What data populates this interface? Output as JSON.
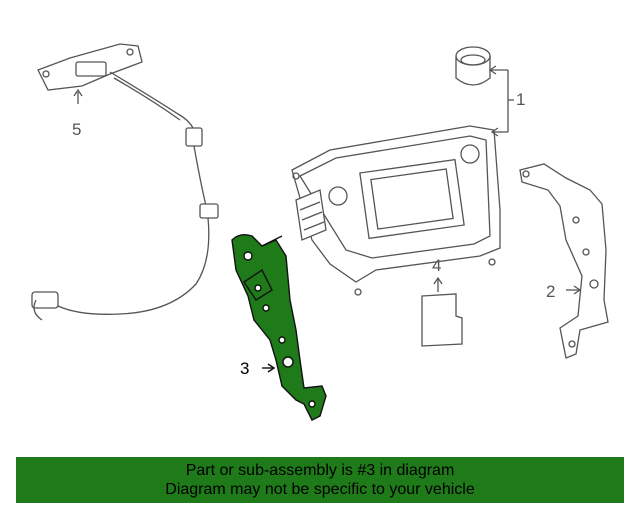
{
  "callouts": {
    "c1": "1",
    "c2": "2",
    "c3": "3",
    "c4": "4",
    "c5": "5"
  },
  "banner": {
    "line1": "Part or sub-assembly is #3 in diagram",
    "line2": "Diagram may not be specific to your vehicle"
  },
  "colors": {
    "highlight": "#1f7a1a",
    "outline": "#555555",
    "banner_bg": "#1f7a1a"
  }
}
